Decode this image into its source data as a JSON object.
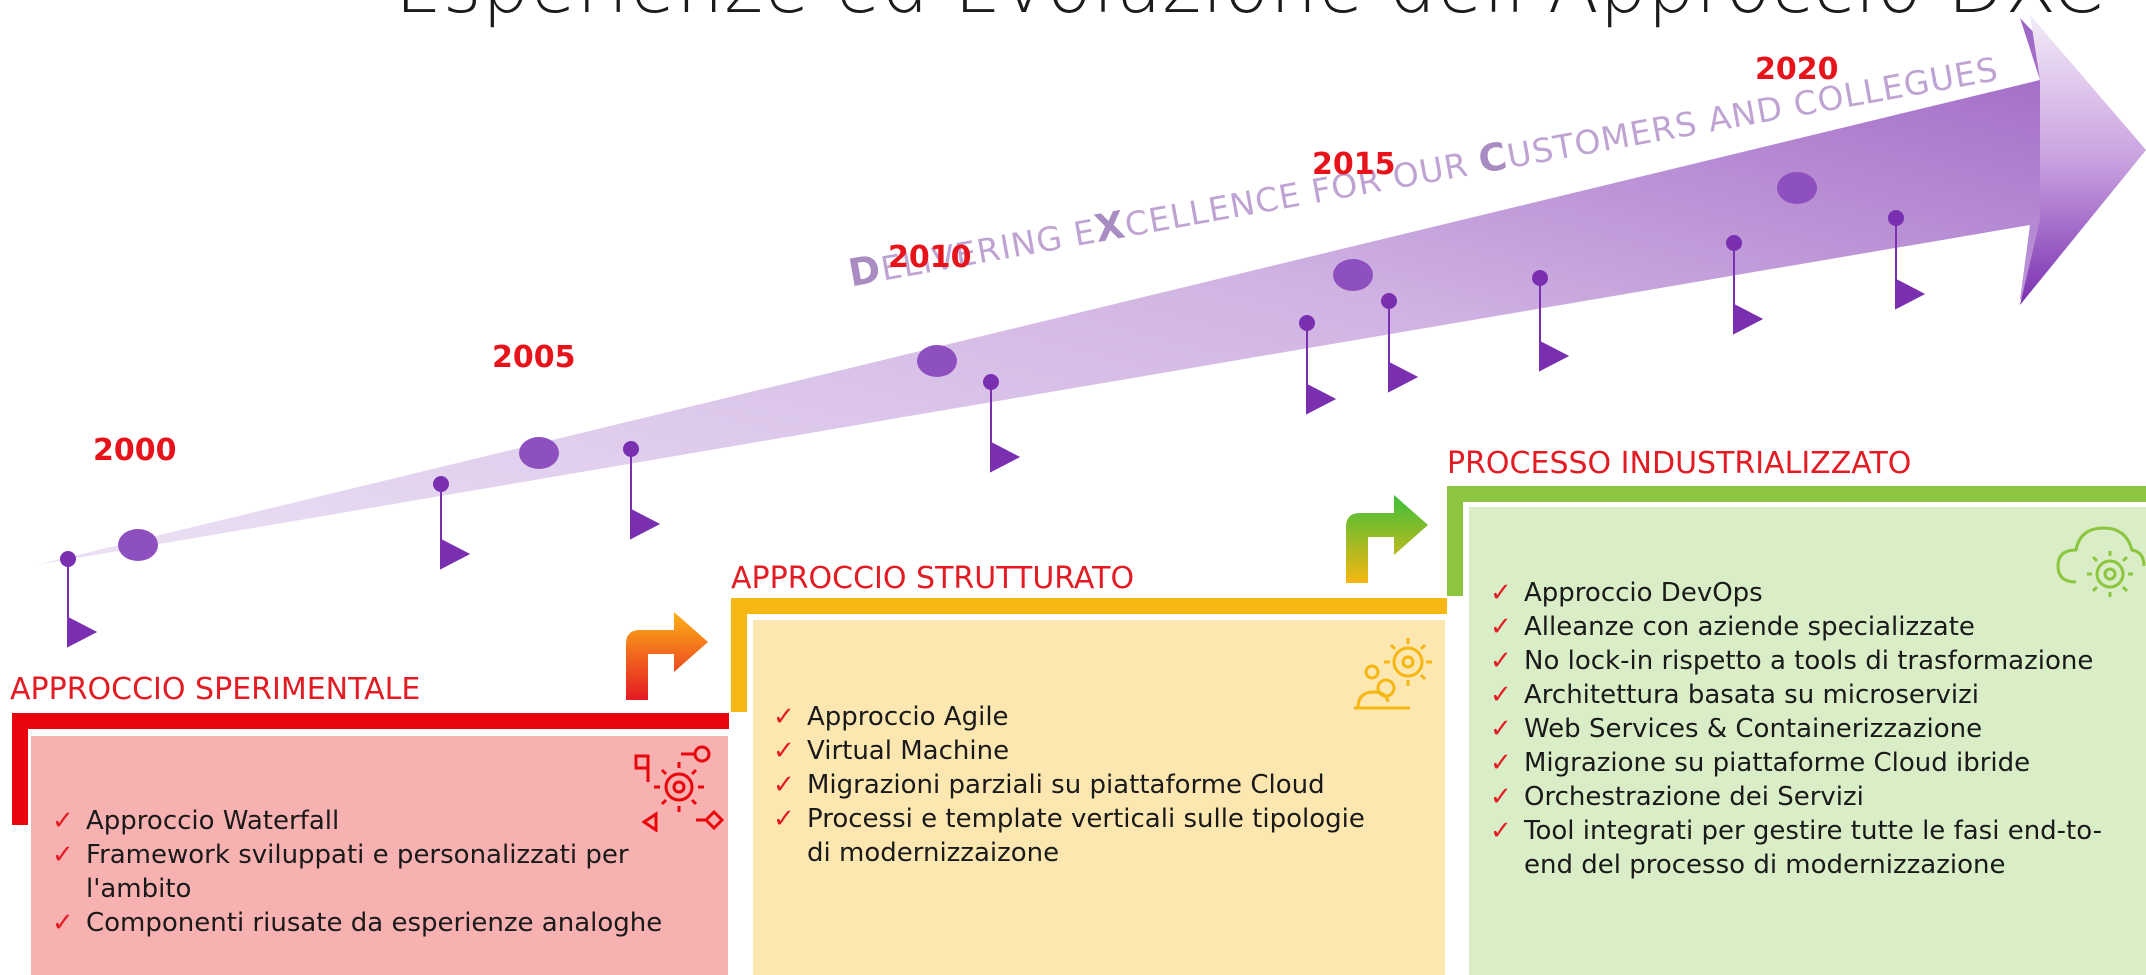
{
  "title": "Esperienze ed Evoluzione dell'Approccio DXC",
  "banner": {
    "text_parts": [
      "D",
      "ELIVERING E",
      "X",
      "CELLENCE FOR OUR ",
      "C",
      "USTOMERS AND COLLEGUES"
    ]
  },
  "years": [
    "2000",
    "2005",
    "2010",
    "2015",
    "2020"
  ],
  "stages": [
    {
      "label": "APPROCCIO SPERIMENTALE",
      "color": "#e8060c",
      "fill": "#f7b1b1",
      "icon": "gears-process-icon",
      "items": [
        "Approccio Waterfall",
        "Framework sviluppati e personalizzati per l'ambito",
        "Componenti riusate da esperienze analoghe"
      ]
    },
    {
      "label": "APPROCCIO STRUTTURATO",
      "color": "#f6b712",
      "fill": "#fde7b0",
      "icon": "person-gears-icon",
      "items": [
        "Approccio Agile",
        "Virtual Machine",
        "Migrazioni parziali su piattaforme Cloud",
        "Processi e template verticali sulle tipologie di modernizzaizone"
      ]
    },
    {
      "label": "PROCESSO INDUSTRIALIZZATO",
      "color": "#8cc63f",
      "fill": "#d9edc6",
      "icon": "cloud-gear-icon",
      "items": [
        "Approccio DevOps",
        "Alleanze con aziende specializzate",
        "No lock-in rispetto a tools di trasformazione",
        "Architettura basata su microservizi",
        "Web Services  & Containerizzazione",
        "Migrazione su piattaforme Cloud ibride",
        "Orchestrazione dei Servizi",
        "Tool integrati per gestire tutte le fasi end-to-end del processo di modernizzazione"
      ]
    }
  ],
  "colors": {
    "year": "#e8121a",
    "timeline": "#9b5fc0",
    "flag": "#7a2fb0",
    "check": "#e31b23"
  }
}
